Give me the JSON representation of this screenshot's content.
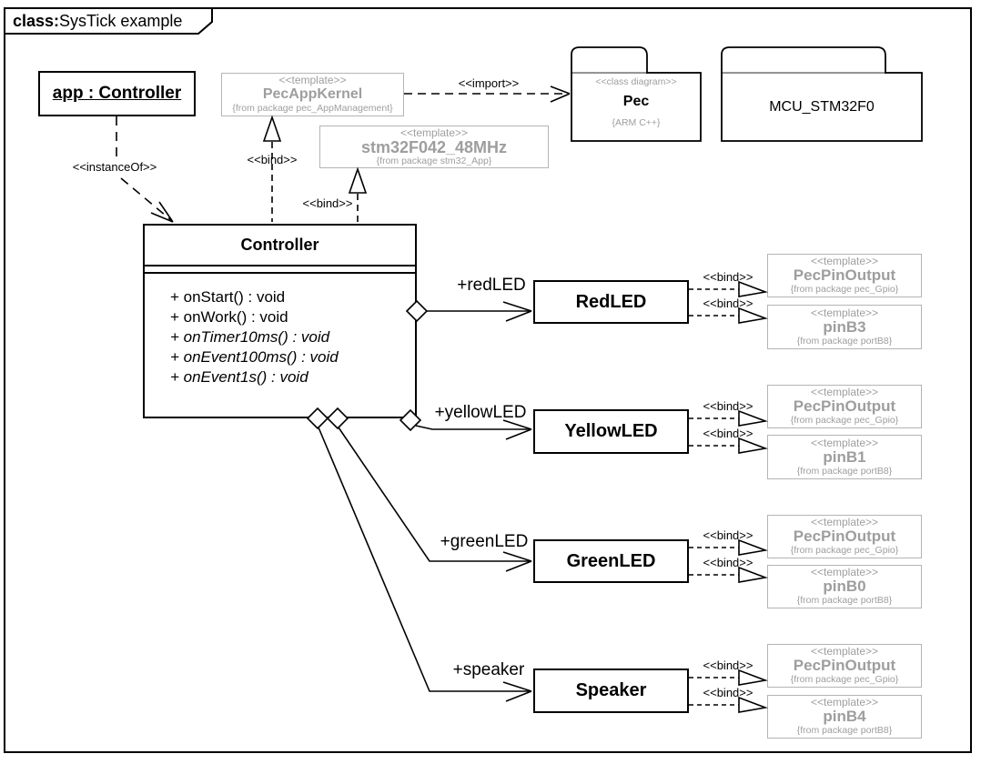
{
  "diagram": {
    "title_prefix": "class:",
    "title_text": "SysTick example"
  },
  "colors": {
    "gray_text": "#9e9e9e",
    "gray_border": "#b4b4b4",
    "line": "#000000"
  },
  "instance": {
    "label": "app : Controller"
  },
  "kernel_template": {
    "stereotype": "<<template>>",
    "name": "PecAppKernel",
    "from_pkg": "{from package pec_AppManagement}"
  },
  "mcu_template": {
    "stereotype": "<<template>>",
    "name": "stm32F042_48MHz",
    "from_pkg": "{from package stm32_App}"
  },
  "pec_package": {
    "stereotype": "<<class diagram>>",
    "name": "Pec",
    "tag": "{ARM C++}"
  },
  "mcu_package": {
    "name": "MCU_STM32F0"
  },
  "labels": {
    "instance_of": "<<instanceOf>>",
    "import": "<<import>>",
    "bind": "<<bind>>"
  },
  "controller": {
    "name": "Controller",
    "methods": [
      {
        "text": "+ onStart() : void",
        "italic": false
      },
      {
        "text": "+ onWork() : void",
        "italic": false
      },
      {
        "text": "+ onTimer10ms() : void",
        "italic": true
      },
      {
        "text": "+ onEvent100ms() : void",
        "italic": true
      },
      {
        "text": "+ onEvent1s() : void",
        "italic": true
      }
    ]
  },
  "components": [
    {
      "role": "+redLED",
      "name": "RedLED",
      "pin_template": {
        "stereotype": "<<template>>",
        "name": "PecPinOutput",
        "from_pkg": "{from package pec_Gpio}"
      },
      "pin": {
        "stereotype": "<<template>>",
        "name": "pinB3",
        "from_pkg": "{from package portB8}"
      }
    },
    {
      "role": "+yellowLED",
      "name": "YellowLED",
      "pin_template": {
        "stereotype": "<<template>>",
        "name": "PecPinOutput",
        "from_pkg": "{from package pec_Gpio}"
      },
      "pin": {
        "stereotype": "<<template>>",
        "name": "pinB1",
        "from_pkg": "{from package portB8}"
      }
    },
    {
      "role": "+greenLED",
      "name": "GreenLED",
      "pin_template": {
        "stereotype": "<<template>>",
        "name": "PecPinOutput",
        "from_pkg": "{from package pec_Gpio}"
      },
      "pin": {
        "stereotype": "<<template>>",
        "name": "pinB0",
        "from_pkg": "{from package portB8}"
      }
    },
    {
      "role": "+speaker",
      "name": "Speaker",
      "pin_template": {
        "stereotype": "<<template>>",
        "name": "PecPinOutput",
        "from_pkg": "{from package pec_Gpio}"
      },
      "pin": {
        "stereotype": "<<template>>",
        "name": "pinB4",
        "from_pkg": "{from package portB8}"
      }
    }
  ]
}
